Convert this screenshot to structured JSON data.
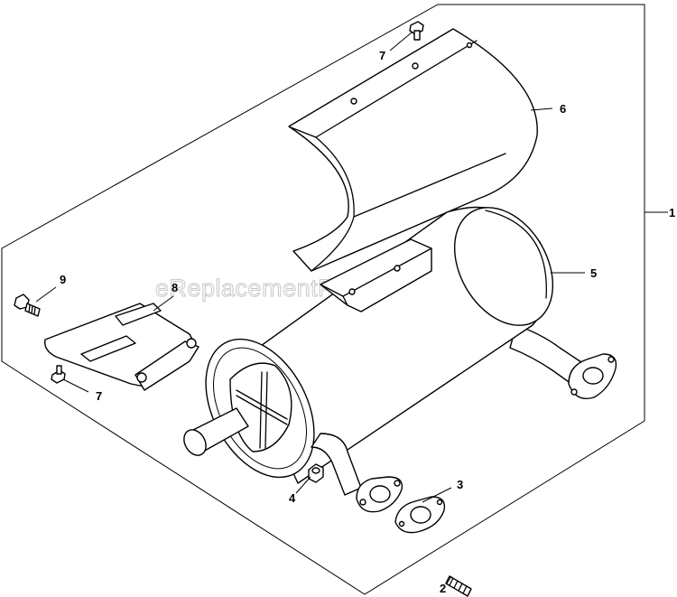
{
  "watermark": "eReplacementParts.com",
  "callouts": {
    "c1": "1",
    "c2": "2",
    "c3": "3",
    "c4": "4",
    "c5": "5",
    "c6": "6",
    "c7a": "7",
    "c7b": "7",
    "c8": "8",
    "c9": "9"
  }
}
